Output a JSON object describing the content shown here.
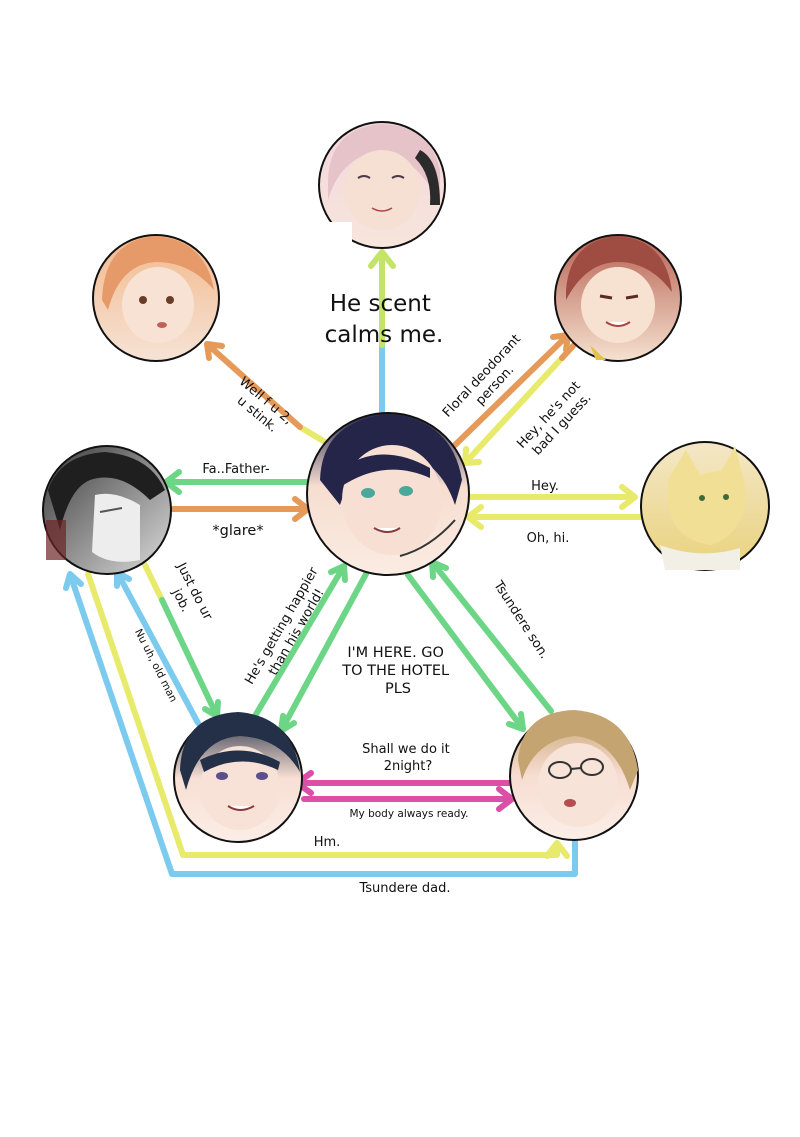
{
  "colors": {
    "yellow": "#e7ea6b",
    "lime": "#c4e36a",
    "orange": "#e69a5a",
    "green": "#6cd686",
    "pink": "#dc4fa7",
    "blue": "#7ccbee"
  },
  "labels": {
    "scent": [
      "He scent",
      "calms me."
    ],
    "wellfu": [
      "Well f u 2,",
      "u stink."
    ],
    "floral": [
      "Floral deodorant",
      "person."
    ],
    "heyNot": [
      "Hey, he's not",
      "bad I guess."
    ],
    "hey": "Hey.",
    "ohhi": "Oh, hi.",
    "father": "Fa..Father-",
    "glare": "*glare*",
    "justdo": [
      "Just do ur",
      "job."
    ],
    "nuuh": "Nu uh, old man",
    "happier": [
      "He's getting happier",
      "than his world!"
    ],
    "hotel": [
      "I'M HERE. GO",
      "TO THE HOTEL",
      "PLS"
    ],
    "tsunSon": "Tsundere son.",
    "shall": [
      "Shall we do it",
      "2night?"
    ],
    "body": "My body always ready.",
    "hm": "Hm.",
    "tsunDad": "Tsundere dad."
  }
}
